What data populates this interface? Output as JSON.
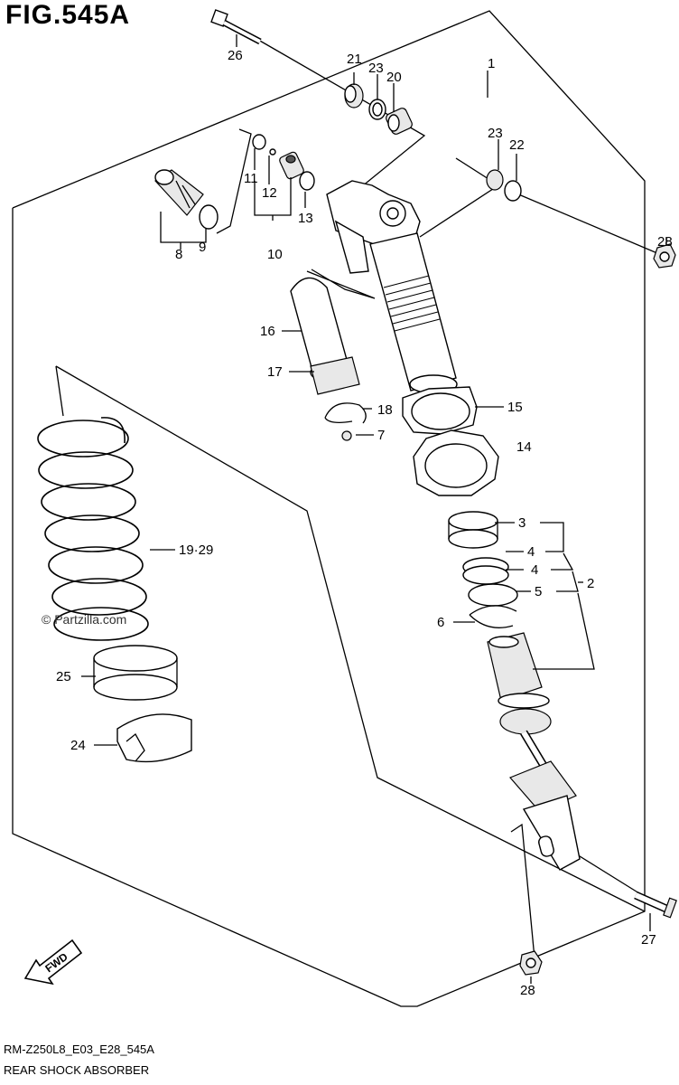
{
  "figure_title": "FIG.545A",
  "model_code": "RM-Z250L8_E03_E28_545A",
  "figure_caption": "REAR SHOCK ABSORBER",
  "watermark": "© Partzilla.com",
  "fwd_label": "FWD",
  "callouts": [
    "1",
    "2",
    "3",
    "4",
    "4",
    "5",
    "6",
    "7",
    "8",
    "9",
    "10",
    "11",
    "12",
    "13",
    "14",
    "15",
    "16",
    "17",
    "18",
    "19·29",
    "20",
    "21",
    "22",
    "23",
    "23",
    "24",
    "25",
    "26",
    "27",
    "28",
    "28"
  ]
}
